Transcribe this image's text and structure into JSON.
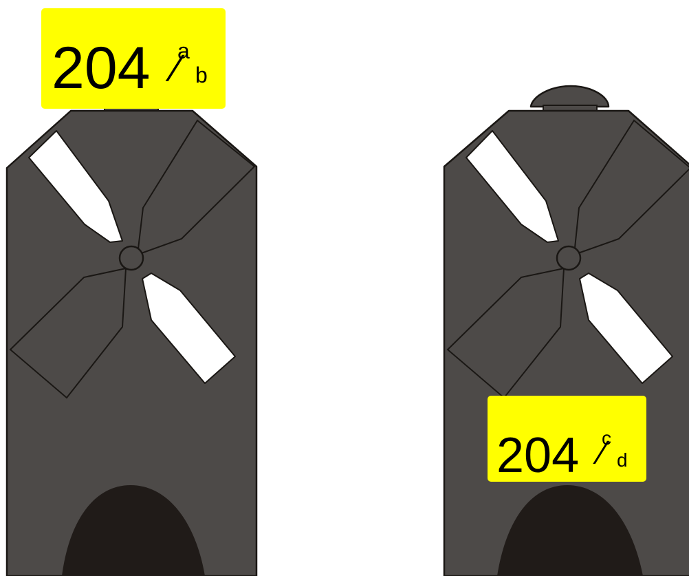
{
  "colors": {
    "body": "#4d4a48",
    "outline": "#1a1714",
    "blade": "#ffffff",
    "arch": "#201b18",
    "label_bg": "#ffff00",
    "label_text": "#000000",
    "background": "#ffffff"
  },
  "icons": {
    "left_shape": "windmill-body-icon",
    "right_shape": "windmill-body-with-cap-icon"
  },
  "left_label": {
    "number": "204",
    "sup": "a",
    "slash": "⁄",
    "sub": "b"
  },
  "right_label": {
    "number": "204",
    "sup": "c",
    "slash": "⁄",
    "sub": "d"
  }
}
